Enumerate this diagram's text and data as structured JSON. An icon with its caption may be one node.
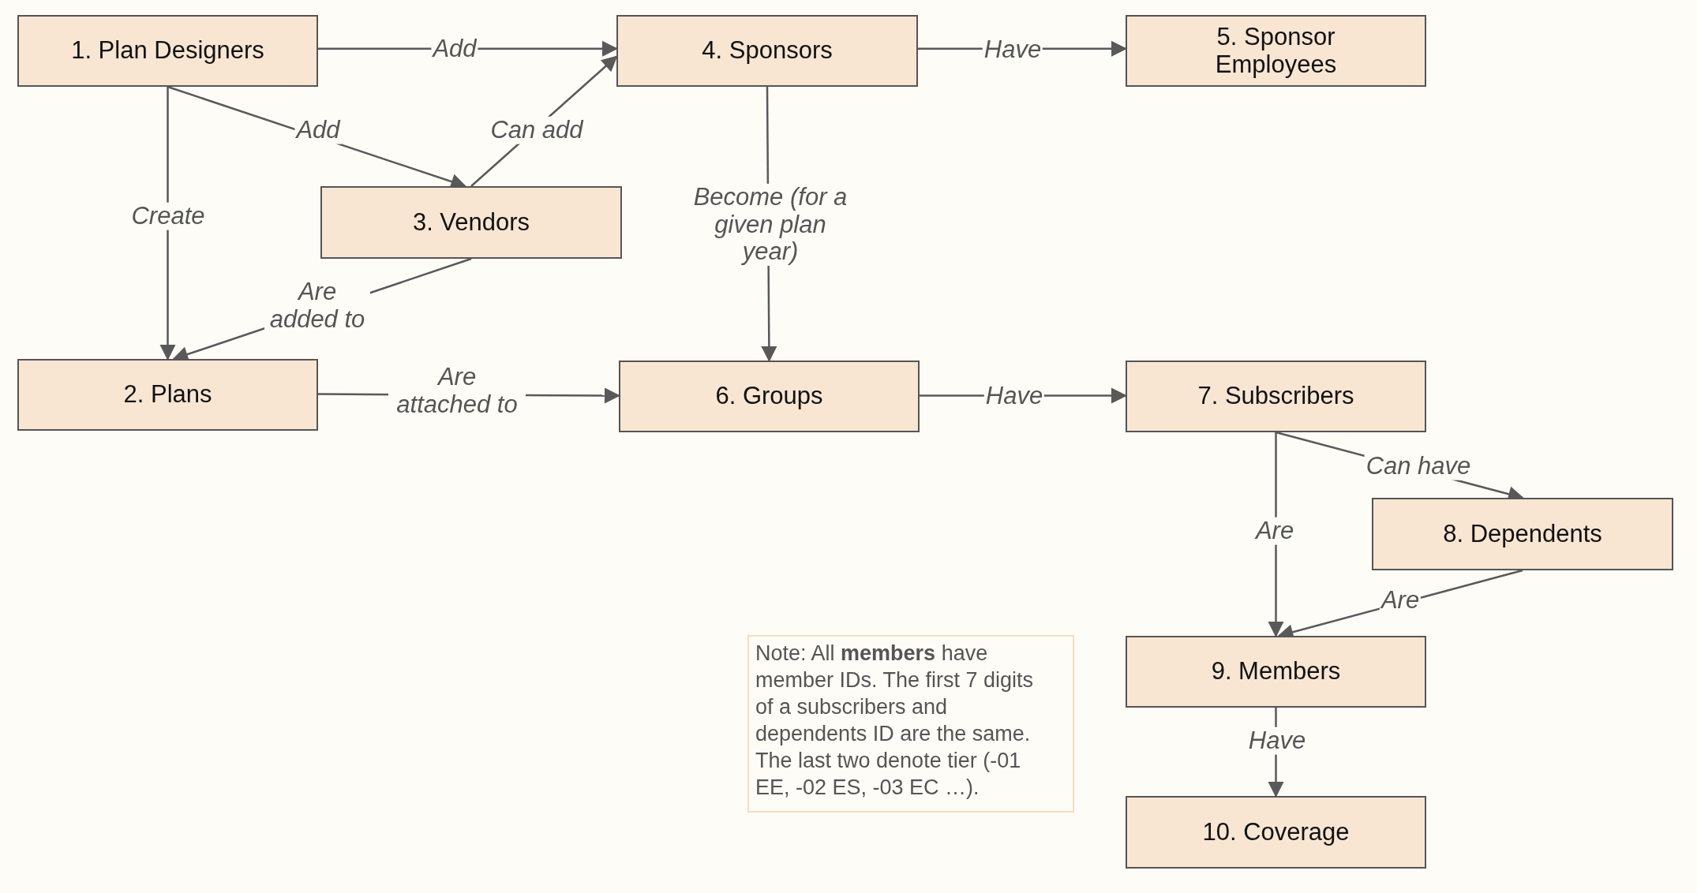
{
  "diagram": {
    "nodes": [
      {
        "text": [
          "1. Plan Designers"
        ]
      },
      {
        "text": [
          "2. Plans"
        ]
      },
      {
        "text": [
          "3. Vendors"
        ]
      },
      {
        "text": [
          "4. Sponsors"
        ]
      },
      {
        "text": [
          "5. Sponsor Employees"
        ]
      },
      {
        "text": [
          "6. Groups"
        ]
      },
      {
        "text": [
          "7. Subscribers"
        ]
      },
      {
        "text": [
          "8. Dependents"
        ]
      },
      {
        "text": [
          "9. Members"
        ]
      },
      {
        "text": [
          "10. Coverage"
        ]
      },
      {
        "text": [
          "Note: All **members** have member IDs. The first 7 digits of a subscribers and dependents ID are the same. The last two denote tier (-01 EE, -02 ES, -03 EC …)."
        ]
      }
    ],
    "edges": [
      {
        "from": 0,
        "to": 3,
        "arrow": "to",
        "label": "Add"
      },
      {
        "from": 0,
        "to": 2,
        "arrow": "to",
        "label": "Add"
      },
      {
        "from": 0,
        "to": 1,
        "arrow": "to",
        "label": "Create"
      },
      {
        "from": 2,
        "to": 3,
        "arrow": "to",
        "label": "Can add"
      },
      {
        "from": 2,
        "to": 1,
        "arrow": "to",
        "label": "Are added to"
      },
      {
        "from": 3,
        "to": 5,
        "arrow": "to",
        "label": "Become (for a given plan year)"
      },
      {
        "from": 3,
        "to": 4,
        "arrow": "to",
        "label": "Have"
      },
      {
        "from": 1,
        "to": 5,
        "arrow": "to",
        "label": "Are attached to"
      },
      {
        "from": 5,
        "to": 6,
        "arrow": "to",
        "label": "Have"
      },
      {
        "from": 6,
        "to": 7,
        "arrow": "to",
        "label": "Can have"
      },
      {
        "from": 6,
        "to": 8,
        "arrow": "to",
        "label": "Are"
      },
      {
        "from": 7,
        "to": 8,
        "arrow": "to",
        "label": "Are"
      },
      {
        "from": 8,
        "to": 9,
        "arrow": "to",
        "label": "Have"
      }
    ]
  }
}
